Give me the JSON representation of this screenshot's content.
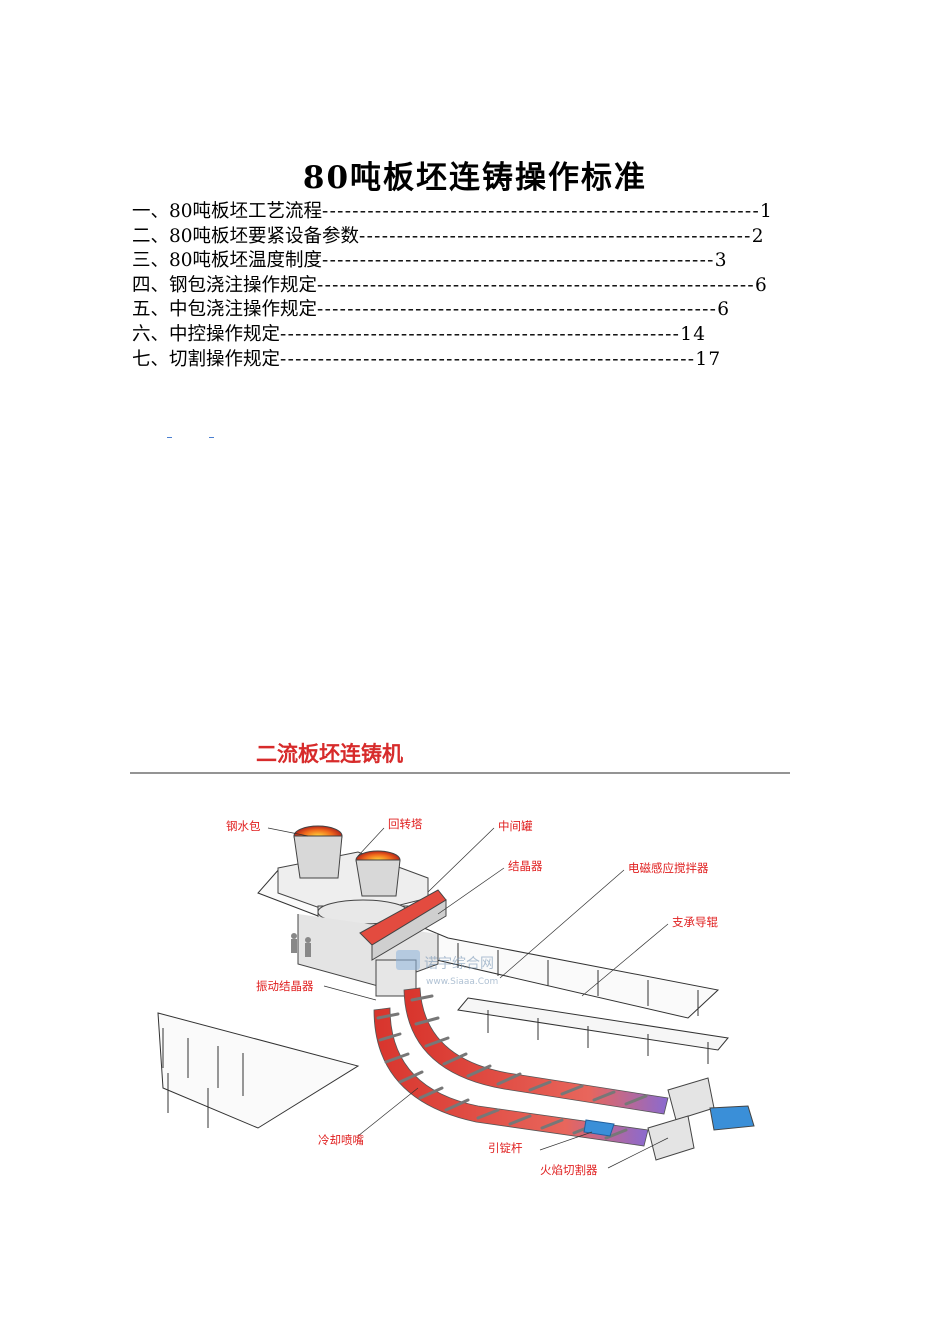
{
  "document": {
    "title": "80吨板坯连铸操作标准",
    "toc": [
      {
        "label": "一、80吨板坯工艺流程",
        "leader": "----------------------------------------------------------",
        "page": "1"
      },
      {
        "label": "二、80吨板坯要紧设备参数",
        "leader": "----------------------------------------------------",
        "page": "2"
      },
      {
        "label": "三、80吨板坯温度制度",
        "leader": "----------------------------------------------------",
        "page": "3"
      },
      {
        "label": "四、钢包浇注操作规定",
        "leader": "----------------------------------------------------------",
        "page": "6"
      },
      {
        "label": "五、中包浇注操作规定",
        "leader": "-----------------------------------------------------",
        "page": "6"
      },
      {
        "label": "六、中控操作规定",
        "leader": "-----------------------------------------------------",
        "page": "14"
      },
      {
        "label": "七、切割操作规定",
        "leader": "-------------------------------------------------------",
        "page": "17"
      }
    ]
  },
  "figure": {
    "title": "二流板坯连铸机",
    "labels": {
      "ladle": "钢水包",
      "turret": "回转塔",
      "tundish": "中间罐",
      "mold": "结晶器",
      "ems": "电磁感应搅拌器",
      "rolls": "支承导辊",
      "oscillator": "振动结晶器",
      "spray": "冷却喷嘴",
      "dummy_bar": "引锭杆",
      "cutter": "火焰切割器"
    },
    "watermark": {
      "name": "诺宇综合网",
      "url": "www.Siaaa.Com"
    }
  },
  "colors": {
    "label_red": "#e02020",
    "strand_red": "#e2403a",
    "steel_blue": "#3a8fd8",
    "frame_gray": "#555555"
  }
}
